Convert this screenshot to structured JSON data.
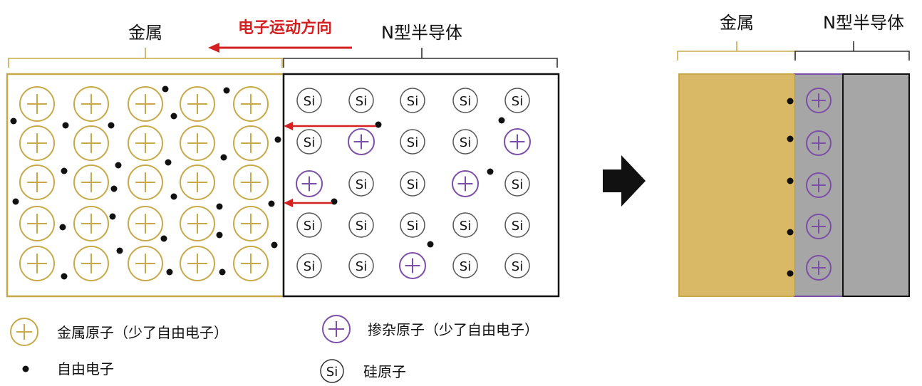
{
  "left": {
    "metal_label": "金属",
    "direction_label": "电子运动方向",
    "semiconductor_label": "N型半导体",
    "si_symbol": "Si",
    "plus_symbol": "+"
  },
  "right": {
    "metal_label": "金属",
    "semiconductor_label": "N型半导体"
  },
  "legend": {
    "metal_atom": "金属原子（少了自由电子）",
    "dopant_atom": "掺杂原子（少了自由电子）",
    "free_electron": "自由电子",
    "silicon_atom": "硅原子"
  },
  "colors": {
    "gold": "#c8a94a",
    "gold_fill": "#d9b866",
    "purple": "#7d4ea8",
    "red": "#d42020",
    "gray": "#a6a6a6",
    "black": "#111111"
  }
}
